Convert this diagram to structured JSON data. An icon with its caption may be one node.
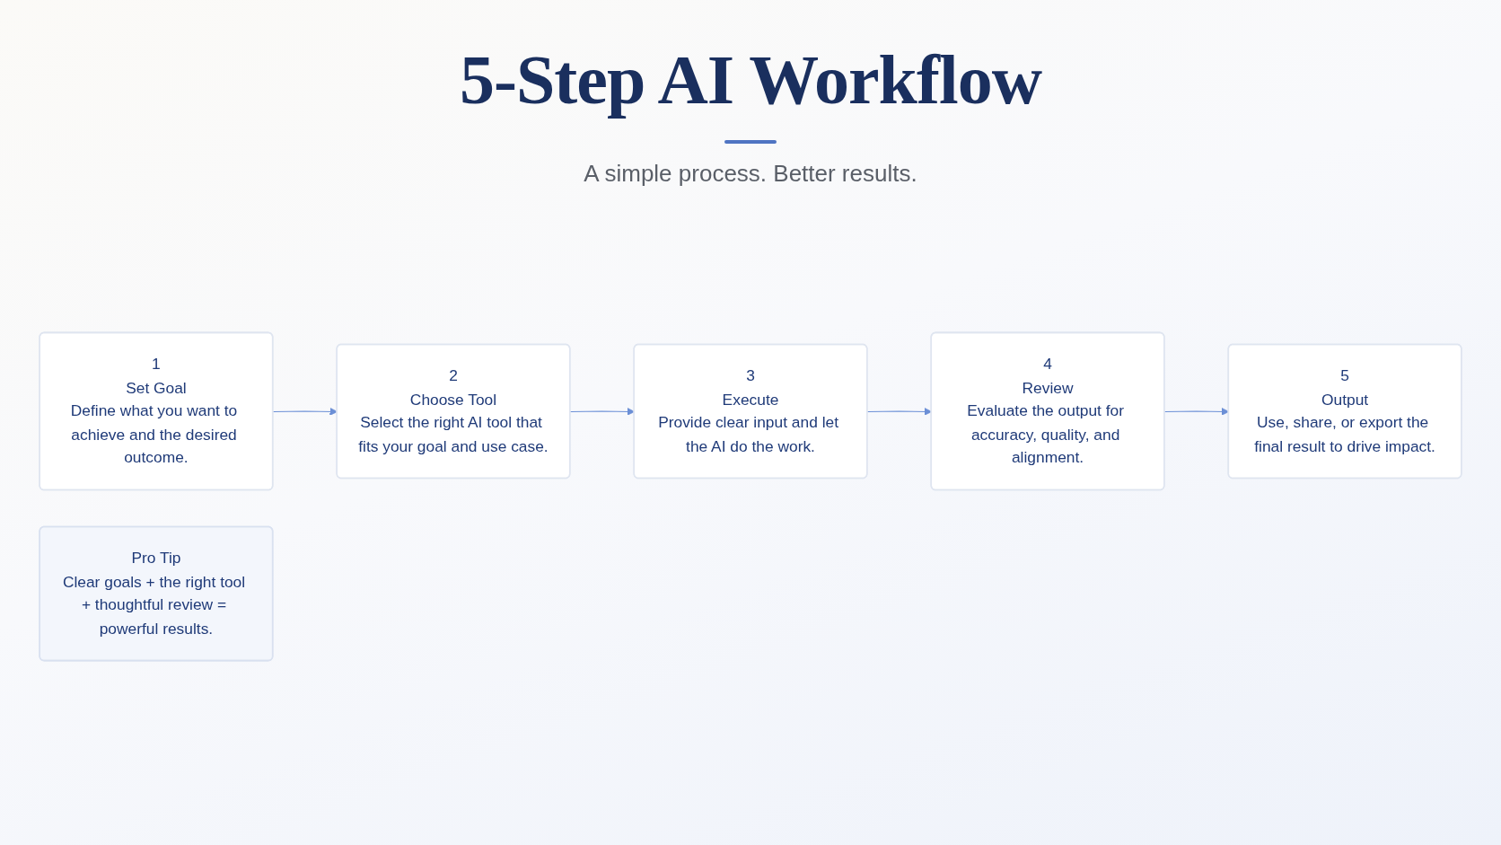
{
  "diagram": {
    "title": "5-Step AI Workflow",
    "nodes": [
      {
        "text": [
          "1",
          "Set Goal",
          "Define what you want to achieve and the desired outcome."
        ]
      },
      {
        "text": [
          "2",
          "Choose Tool",
          "Select the right AI tool that fits your goal and use case."
        ]
      },
      {
        "text": [
          "3",
          "Execute",
          "Provide clear input and let the AI do the work."
        ]
      },
      {
        "text": [
          "4",
          "Review",
          "Evaluate the output for accuracy, quality, and alignment."
        ]
      },
      {
        "text": [
          "5",
          "Output",
          "Use, share, or export the final result to drive impact."
        ]
      },
      {
        "text": [
          "Pro Tip",
          "Clear goals + the right tool + thoughtful review = powerful results."
        ]
      }
    ],
    "edges": [
      {
        "from": 0,
        "to": 1,
        "arrow": "to"
      },
      {
        "from": 1,
        "to": 2,
        "arrow": "to"
      },
      {
        "from": 2,
        "to": 3,
        "arrow": "to"
      },
      {
        "from": 3,
        "to": 4,
        "arrow": "to"
      }
    ],
    "labels": [
      "A simple process. Better results."
    ]
  }
}
